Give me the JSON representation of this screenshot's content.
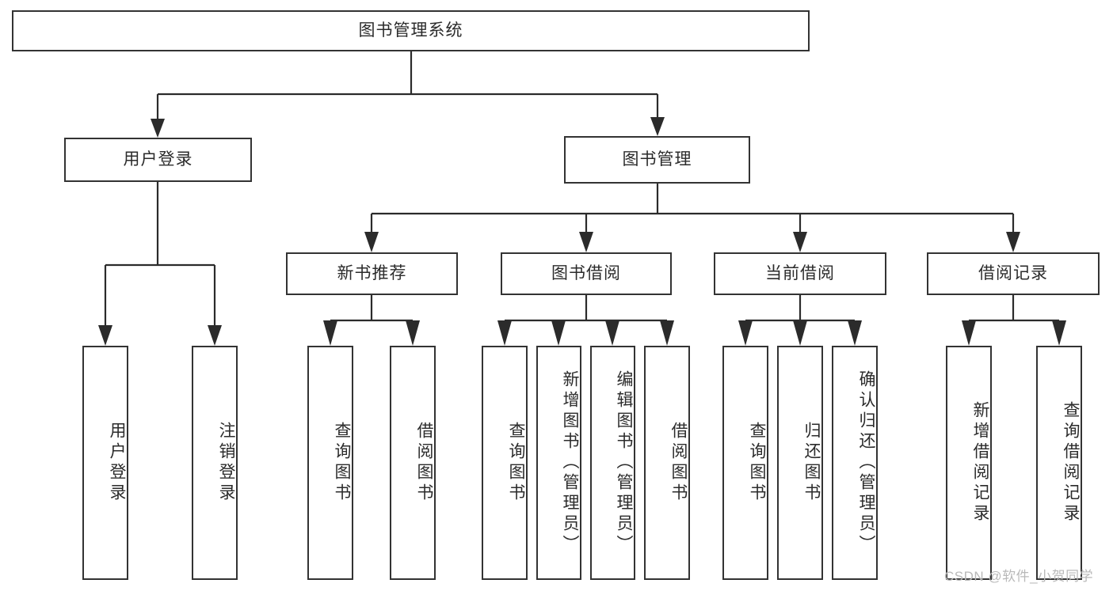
{
  "diagram": {
    "type": "tree",
    "title": "图书管理系统",
    "root": {
      "label": "图书管理系统"
    },
    "level2": [
      {
        "label": "用户登录"
      },
      {
        "label": "图书管理"
      }
    ],
    "level3": [
      {
        "label": "新书推荐"
      },
      {
        "label": "图书借阅"
      },
      {
        "label": "当前借阅"
      },
      {
        "label": "借阅记录"
      }
    ],
    "leaves": {
      "user_login": [
        {
          "label": "用户登录"
        },
        {
          "label": "注销登录"
        }
      ],
      "new_book": [
        {
          "label": "查询图书"
        },
        {
          "label": "借阅图书"
        }
      ],
      "borrow_book": [
        {
          "label": "查询图书"
        },
        {
          "label": "新增图书（管理员）"
        },
        {
          "label": "编辑图书（管理员）"
        },
        {
          "label": "借阅图书"
        }
      ],
      "current_borrow": [
        {
          "label": "查询图书"
        },
        {
          "label": "归还图书"
        },
        {
          "label": "确认归还（管理员）"
        }
      ],
      "borrow_record": [
        {
          "label": "新增借阅记录"
        },
        {
          "label": "查询借阅记录"
        }
      ]
    }
  },
  "watermark": {
    "text": "CSDN @软件_小贺同学"
  },
  "colors": {
    "stroke": "#2b2b2b",
    "box_fill": "#ffffff",
    "text": "#2b2b2b",
    "watermark": "#b9b9b9",
    "background": "#ffffff"
  }
}
